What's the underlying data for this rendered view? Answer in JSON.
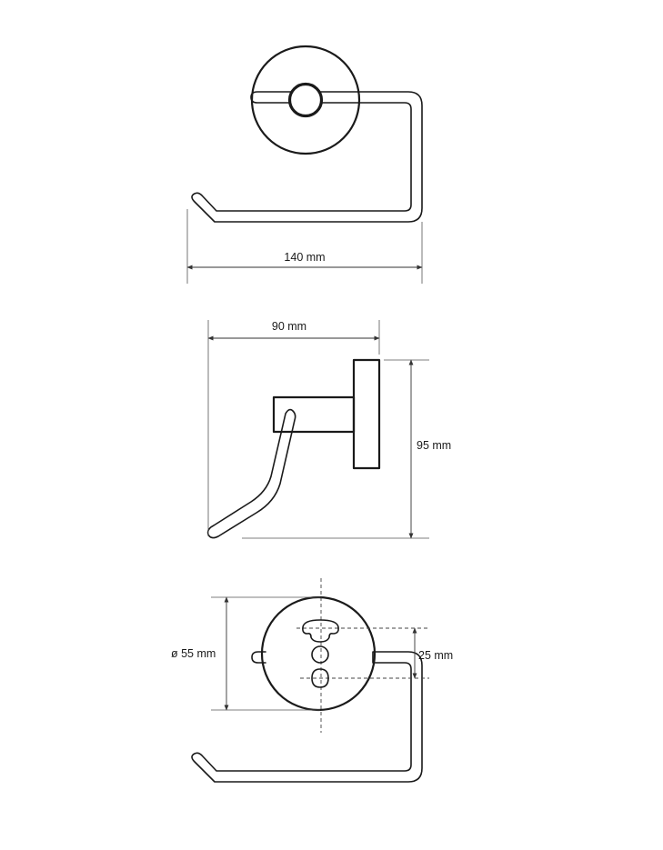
{
  "dimensions": {
    "width_label": "140 mm",
    "depth_label": "90 mm",
    "height_label": "95 mm",
    "diameter_label": "ø 55 mm",
    "hole_spacing_label": "25 mm"
  },
  "views": [
    "front",
    "side",
    "rear"
  ]
}
